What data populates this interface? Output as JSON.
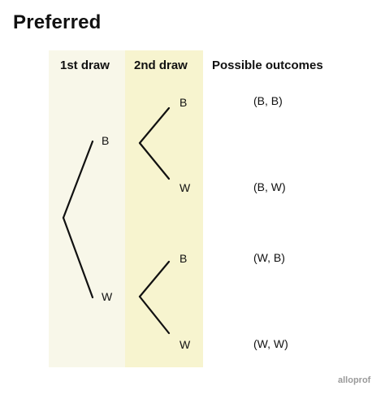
{
  "title": "Preferred",
  "headers": {
    "first_draw": "1st draw",
    "second_draw": "2nd draw",
    "outcomes": "Possible outcomes"
  },
  "tree": {
    "first_draw": [
      "B",
      "W"
    ],
    "second_draw": [
      "B",
      "W",
      "B",
      "W"
    ]
  },
  "outcomes": [
    "(B, B)",
    "(B, W)",
    "(W, B)",
    "(W, W)"
  ],
  "logo": "alloprof",
  "colors": {
    "first_band": "#f8f7e9",
    "second_band": "#f7f4cf",
    "line": "#111111"
  }
}
